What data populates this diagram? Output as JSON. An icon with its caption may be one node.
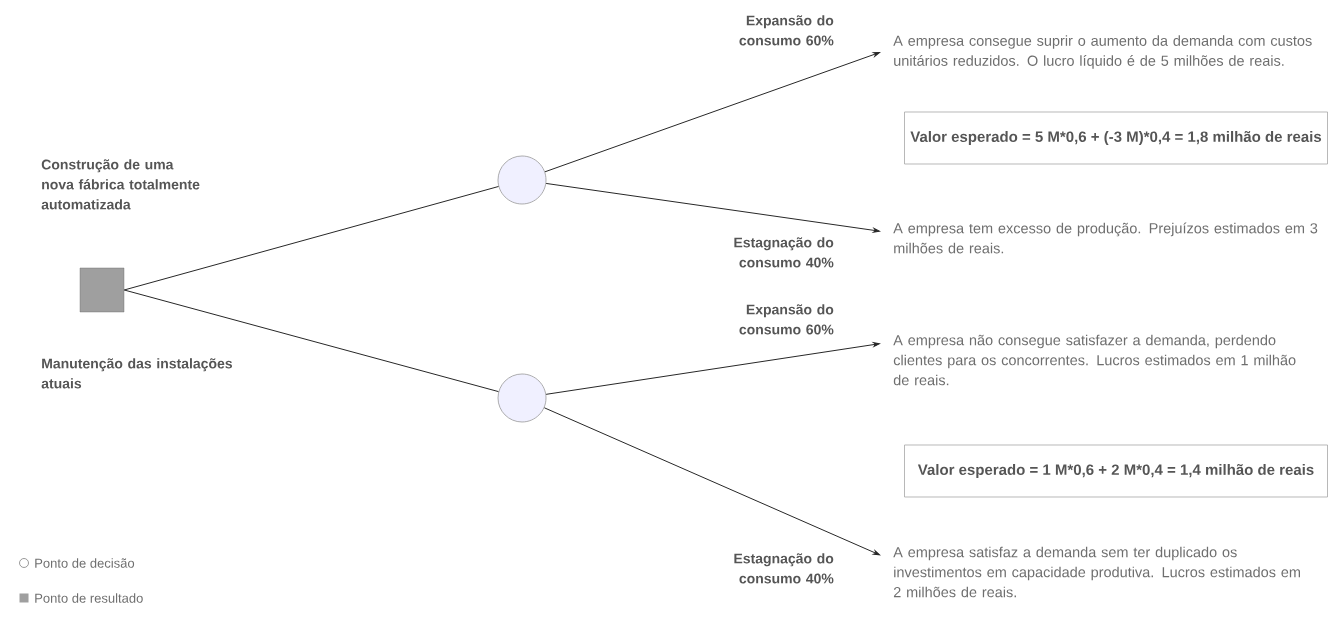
{
  "diagram": {
    "nodes": [
      {
        "text": [],
        "shape": "box"
      },
      {
        "text": [],
        "shape": "circle"
      },
      {
        "text": [
          "A empresa consegue suprir o aumento da demanda com custos unitários reduzidos. O lucro líquido é de 5 milhões de reais."
        ]
      },
      {
        "text": [
          "Valor esperado = 5 M*0,6 + (-3 M)*0,4 = 1,8 milhão de reais"
        ]
      },
      {
        "text": [
          "A empresa tem excesso de produção. Prejuízos estimados em 3 milhões de reais."
        ]
      },
      {
        "text": [],
        "shape": "circle"
      },
      {
        "text": [
          "A empresa não consegue satisfazer a demanda, perdendo clientes para os concorrentes. Lucros estimados em 1 milhão de reais."
        ]
      },
      {
        "text": [
          "Valor esperado = 1 M*0,6 + 2 M*0,4 = 1,4 milhão de reais"
        ]
      },
      {
        "text": [
          "A empresa satisfaz a demanda sem ter duplicado os investimentos em capacidade produtiva. Lucros estimados em 2 milhões de reais."
        ]
      }
    ],
    "edges": [
      {
        "from": 0,
        "to": 1,
        "arrow": "none",
        "label": "Construção de uma nova fábrica totalmente automatizada"
      },
      {
        "from": 0,
        "to": 5,
        "arrow": "none",
        "label": "Manutenção das instalações atuais"
      },
      {
        "from": 1,
        "to": 2,
        "arrow": "to",
        "label": "Expansão do consumo 60%"
      },
      {
        "from": 1,
        "to": 4,
        "arrow": "to",
        "label": "Estagnação do consumo 40%"
      },
      {
        "from": 5,
        "to": 6,
        "arrow": "to",
        "label": "Expansão do consumo 60%"
      },
      {
        "from": 5,
        "to": 8,
        "arrow": "to",
        "label": "Estagnação do consumo 40%"
      }
    ],
    "legend": [
      {
        "text": "Ponto de decisão"
      },
      {
        "text": "Ponto de resultado"
      }
    ]
  }
}
